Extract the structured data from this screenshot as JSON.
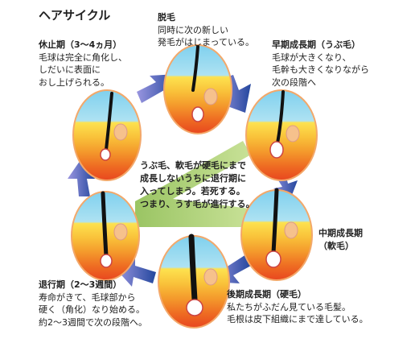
{
  "title": "ヘアサイクル",
  "colors": {
    "sky": "#7fd0ee",
    "band_yellow": "#fde24f",
    "band_orange": "#f49a2c",
    "band_red": "#e8471f",
    "arrow_blue": "#2d4ea3",
    "arrow_purple": "#8a86d6",
    "arrow_green": "#a9cf6b"
  },
  "stages": [
    {
      "id": "datsumo",
      "heading": "脱毛",
      "lines": [
        "同時に次の新しい",
        "発毛がはじまっている。"
      ]
    },
    {
      "id": "souki",
      "heading": "早期成長期（うぶ毛）",
      "lines": [
        "毛球が大きくなり、",
        "毛幹も大きくなりながら",
        "次の段階へ"
      ]
    },
    {
      "id": "chuuki",
      "heading": "中期成長期",
      "lines": [
        "（軟毛）"
      ]
    },
    {
      "id": "kouki",
      "heading": "後期成長期（硬毛）",
      "lines": [
        "私たちがふだん見ている毛髪。",
        "毛根は皮下組織にまで達している。"
      ]
    },
    {
      "id": "taikou",
      "heading": "退行期（2～3週間）",
      "lines": [
        "寿命がきて、毛球部から",
        "硬く（角化）なり始める。",
        "約2～3週間で次の段階へ。"
      ]
    },
    {
      "id": "kyuushi",
      "heading": "休止期（3～4ヵ月）",
      "lines": [
        "毛球は完全に角化し、",
        "しだいに表面に",
        "おし上げられる。"
      ]
    }
  ],
  "center_note": [
    "うぶ毛、軟毛が硬毛にまで",
    "成長しないうちに退行期に",
    "入ってしまう。若死する。",
    "つまり、うす毛が進行する。"
  ]
}
